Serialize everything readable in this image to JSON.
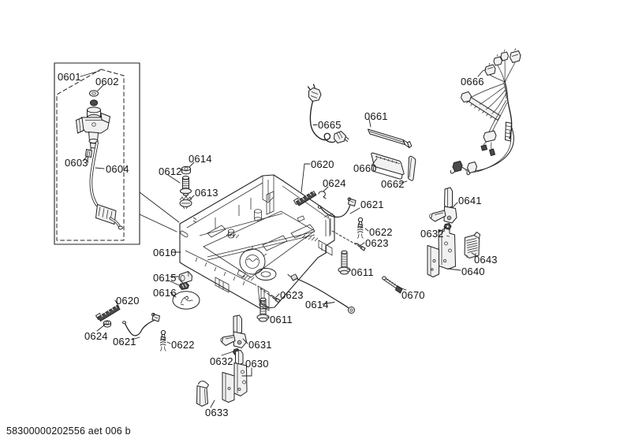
{
  "document": {
    "footer_code": "58300000202556 aet 006 b",
    "kind": "exploded parts diagram, base frame group of a dishwasher"
  },
  "colors": {
    "background": "#ffffff",
    "line_ink": "#222222",
    "dark_part_fill": "#4a4a4a",
    "light_part_fill": "#f1f1f1"
  },
  "labels": {
    "l0601": {
      "text": "0601"
    },
    "l0602": {
      "text": "0602"
    },
    "l0603": {
      "text": "0603"
    },
    "l0604": {
      "text": "0604"
    },
    "l0610": {
      "text": "0610"
    },
    "l0611_right": {
      "text": "0611"
    },
    "l0611_bottom": {
      "text": "0611"
    },
    "l0612": {
      "text": "0612"
    },
    "l0613": {
      "text": "0613"
    },
    "l0614_top": {
      "text": "0614"
    },
    "l0614_bottom": {
      "text": "0614"
    },
    "l0615": {
      "text": "0615"
    },
    "l0616": {
      "text": "0616"
    },
    "l0620_left": {
      "text": "0620"
    },
    "l0620_mid": {
      "text": "0620"
    },
    "l0621_left": {
      "text": "0621"
    },
    "l0621_mid": {
      "text": "0621"
    },
    "l0622_left": {
      "text": "0622"
    },
    "l0622_mid": {
      "text": "0622"
    },
    "l0623_left": {
      "text": "0623"
    },
    "l0623_right": {
      "text": "0623"
    },
    "l0624_left": {
      "text": "0624"
    },
    "l0624_mid": {
      "text": "0624"
    },
    "l0630": {
      "text": "0630"
    },
    "l0631": {
      "text": "0631"
    },
    "l0632_right": {
      "text": "0632"
    },
    "l0632_bottom": {
      "text": "0632"
    },
    "l0633": {
      "text": "0633"
    },
    "l0640": {
      "text": "0640"
    },
    "l0641": {
      "text": "0641"
    },
    "l0643": {
      "text": "0643"
    },
    "l0660": {
      "text": "0660"
    },
    "l0661": {
      "text": "0661"
    },
    "l0662": {
      "text": "0662"
    },
    "l0665": {
      "text": "0665"
    },
    "l0666": {
      "text": "0666"
    },
    "l0670": {
      "text": "0670"
    }
  }
}
